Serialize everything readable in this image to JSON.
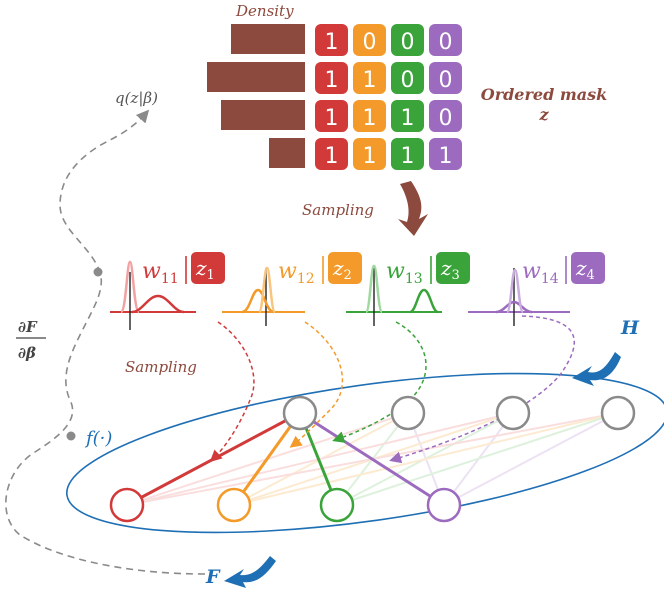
{
  "labels": {
    "density": "Density",
    "ordered_mask_line1": "Ordered mask",
    "ordered_mask_line2": "z",
    "sampling_top": "Sampling",
    "sampling_left": "Sampling",
    "q_label": "q(z|β)",
    "f_label": "f(·)",
    "grad_num": "∂F",
    "grad_den": "∂β",
    "H_label": "H",
    "F_label": "F"
  },
  "mask_rows": [
    [
      "1",
      "0",
      "0",
      "0"
    ],
    [
      "1",
      "1",
      "0",
      "0"
    ],
    [
      "1",
      "1",
      "1",
      "0"
    ],
    [
      "1",
      "1",
      "1",
      "1"
    ]
  ],
  "weights": [
    {
      "w_main": "w",
      "w_sub": "11",
      "z_main": "z",
      "z_sub": "1"
    },
    {
      "w_main": "w",
      "w_sub": "12",
      "z_main": "z",
      "z_sub": "2"
    },
    {
      "w_main": "w",
      "w_sub": "13",
      "z_main": "z",
      "z_sub": "3"
    },
    {
      "w_main": "w",
      "w_sub": "14",
      "z_main": "z",
      "z_sub": "4"
    }
  ],
  "colors": {
    "red": "#d23a3a",
    "orange": "#f39a2a",
    "green": "#3aa33a",
    "purple": "#9c6bbf",
    "brown": "#8c4a3e",
    "blue": "#1f6fb5",
    "gray": "#8a8a8a"
  },
  "icons": [
    "sampling-arrow-icon",
    "h-arrow-icon",
    "f-arrow-icon"
  ]
}
